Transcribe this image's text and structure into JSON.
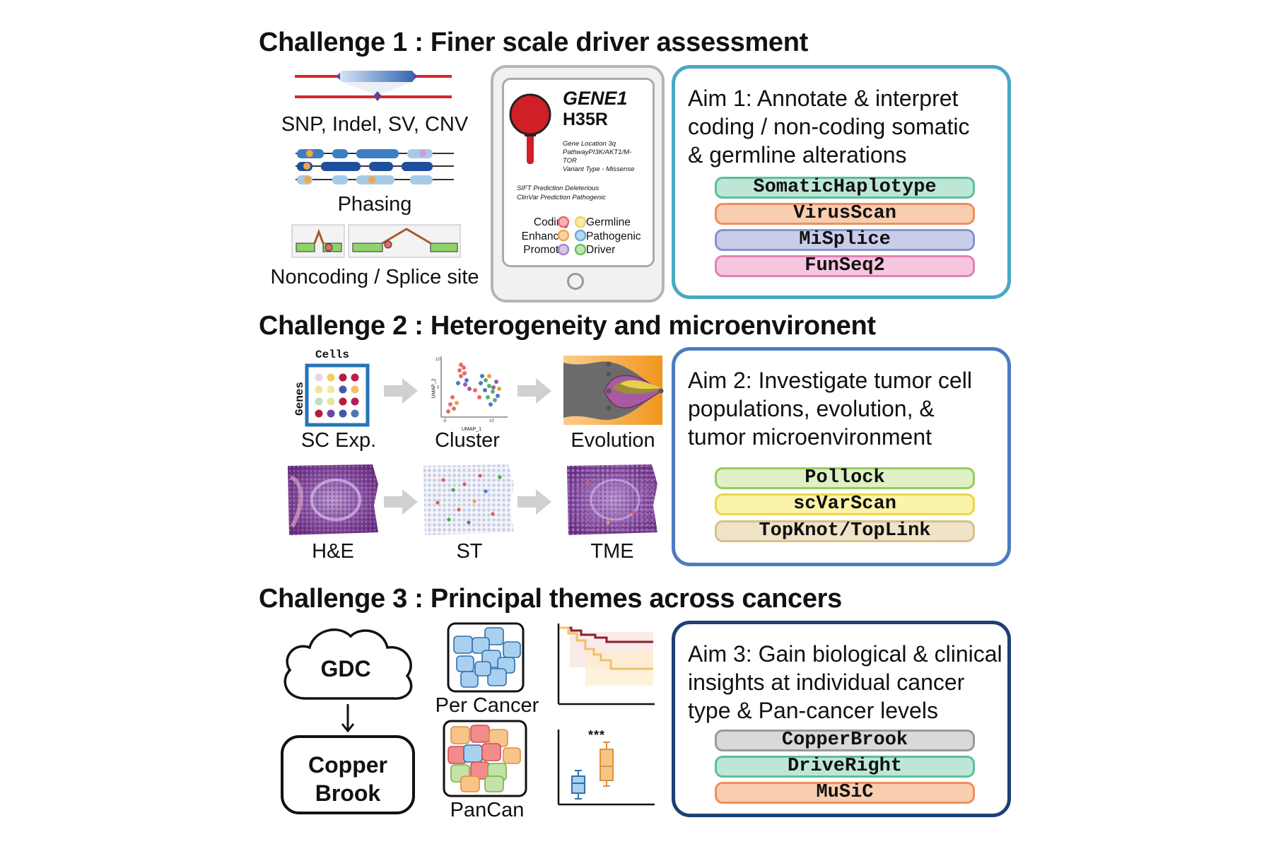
{
  "challenges": [
    {
      "title": "Challenge 1 : Finer scale driver assessment"
    },
    {
      "title": "Challenge 2 : Heterogeneity and microenvironent"
    },
    {
      "title": "Challenge 3 : Principal themes across cancers"
    }
  ],
  "section1": {
    "snp_label": "SNP, Indel, SV, CNV",
    "phasing_label": "Phasing",
    "noncoding_label": "Noncoding / Splice site",
    "phone": {
      "gene": "GENE1",
      "variant": "H35R",
      "details": [
        "Gene Location 3q",
        "PathwayPI3K/AKT1/M-",
        "TOR",
        "Variant Type - Missense"
      ],
      "predictions": [
        "SIFT Prediction Deleterious",
        "ClinVar Prediction Pathogenic"
      ],
      "legend_left": [
        "Coding",
        "Enhancer",
        "Promoter"
      ],
      "legend_right": [
        "Germline",
        "Pathogenic",
        "Driver"
      ],
      "legend_left_colors": [
        "#e8666e",
        "#f2a54a",
        "#a885c9"
      ],
      "legend_right_colors": [
        "#ecd65c",
        "#6aaad8",
        "#6cbf62"
      ]
    }
  },
  "aims": [
    {
      "lines": [
        "Aim 1:  Annotate & interpret",
        "coding / non-coding somatic",
        "& germline alterations"
      ],
      "border": "#4aa8c6",
      "tools": [
        {
          "name": "SomaticHaplotype",
          "fill": "#bde6d6",
          "stroke": "#5cbf9a"
        },
        {
          "name": "VirusScan",
          "fill": "#f9cdb0",
          "stroke": "#ee8f5c"
        },
        {
          "name": "MiSplice",
          "fill": "#c9cde9",
          "stroke": "#8a93cc"
        },
        {
          "name": "FunSeq2",
          "fill": "#f5c6de",
          "stroke": "#e47fb5"
        }
      ]
    },
    {
      "lines": [
        "Aim 2: Investigate tumor cell",
        "populations, evolution, &",
        "tumor microenvironment"
      ],
      "border": "#4c7cc0",
      "tools": [
        {
          "name": "Pollock",
          "fill": "#def0c4",
          "stroke": "#98cc5a"
        },
        {
          "name": "scVarScan",
          "fill": "#fbf3a8",
          "stroke": "#ecd64a"
        },
        {
          "name": "TopKnot/TopLink",
          "fill": "#efe3c8",
          "stroke": "#d8c08e"
        }
      ]
    },
    {
      "lines": [
        "Aim 3: Gain biological & clinical",
        "insights at individual cancer",
        "type & Pan-cancer levels"
      ],
      "border": "#1f3f74",
      "tools": [
        {
          "name": "CopperBrook",
          "fill": "#d9d9d9",
          "stroke": "#9a9a9a"
        },
        {
          "name": "DriveRight",
          "fill": "#bde6d6",
          "stroke": "#5cbf9a"
        },
        {
          "name": "MuSiC",
          "fill": "#f9cdb0",
          "stroke": "#ee8f5c"
        }
      ]
    }
  ],
  "section2": {
    "matrix_top": "Cells",
    "matrix_side": "Genes",
    "umap_x": "UMAP_1",
    "umap_y": "UMAP_2",
    "labels_row1": [
      "SC Exp.",
      "Cluster",
      "Evolution"
    ],
    "labels_row2": [
      "H&E",
      "ST",
      "TME"
    ]
  },
  "section3": {
    "gdc": "GDC",
    "copper": [
      "Copper",
      "Brook"
    ],
    "per_cancer": "Per Cancer",
    "pancan": "PanCan",
    "stars": "***"
  }
}
